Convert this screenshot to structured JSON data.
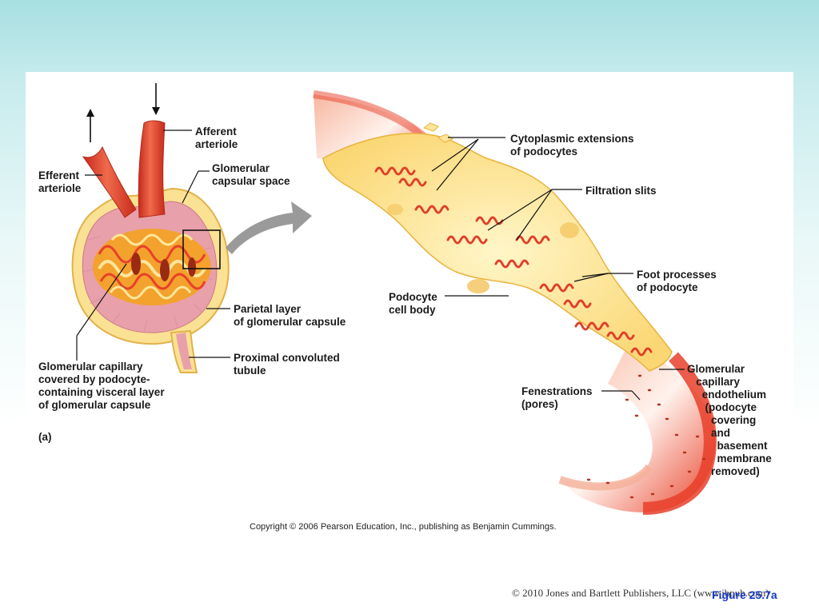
{
  "labels": {
    "afferent": "Afferent\narteriole",
    "efferent": "Efferent\narteriole",
    "capsular_space": "Glomerular\ncapsular space",
    "parietal": "Parietal layer\nof glomerular capsule",
    "pct": "Proximal convoluted\ntubule",
    "glom_capillary": "Glomerular capillary\ncovered by podocyte-\ncontaining visceral layer\nof glomerular capsule",
    "panel_a": "(a)",
    "cyto_ext": "Cytoplasmic extensions\nof podocytes",
    "filtration_slits": "Filtration slits",
    "foot_processes": "Foot processes\nof podocyte",
    "podocyte_body": "Podocyte\ncell body",
    "fenestrations": "Fenestrations\n(pores)",
    "endothelium": "Glomerular\n   capillary\n     endothelium\n      (podocyte\n        covering\n        and\n          basement\n          membrane\n        removed)"
  },
  "copyright": "Copyright © 2006 Pearson Education, Inc., publishing as Benjamin Cummings.",
  "publisher": "© 2010 Jones and Bartlett Publishers, LLC (www.jbpub.com)",
  "figure_label": "Figure 25.7a",
  "colors": {
    "background_top": "#a7dfe1",
    "capillary_red": "#e8402a",
    "podocyte_yellow": "#fde69a",
    "capsule_pink": "#e59aa6",
    "figure_label_blue": "#1537c7"
  }
}
